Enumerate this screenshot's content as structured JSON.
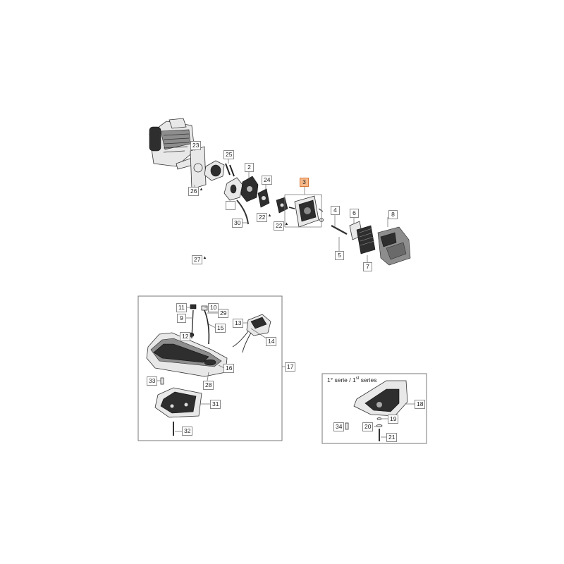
{
  "callouts": {
    "c23": "23",
    "c25": "25",
    "c2": "2",
    "c24": "24",
    "c3": "3",
    "c26": "26",
    "c22a": "22",
    "c22b": "22",
    "c30": "30",
    "c4": "4",
    "c5": "5",
    "c6": "6",
    "c7": "7",
    "c8": "8",
    "c27": "27",
    "c11": "11",
    "c10": "10",
    "c29": "29",
    "c9": "9",
    "c15": "15",
    "c12": "12",
    "c13": "13",
    "c14": "14",
    "c16": "16",
    "c17": "17",
    "c28": "28",
    "c33": "33",
    "c31": "31",
    "c32": "32",
    "c18": "18",
    "c19": "19",
    "c20": "20",
    "c34": "34",
    "c21": "21"
  },
  "series_note": {
    "prefix": "1° serie / 1",
    "sup": "st",
    "suffix": " series"
  },
  "colors": {
    "highlight": "#f6b98a",
    "line": "#777777",
    "part_fill": "#e6e6e6",
    "part_dark": "#2b2b2b"
  }
}
